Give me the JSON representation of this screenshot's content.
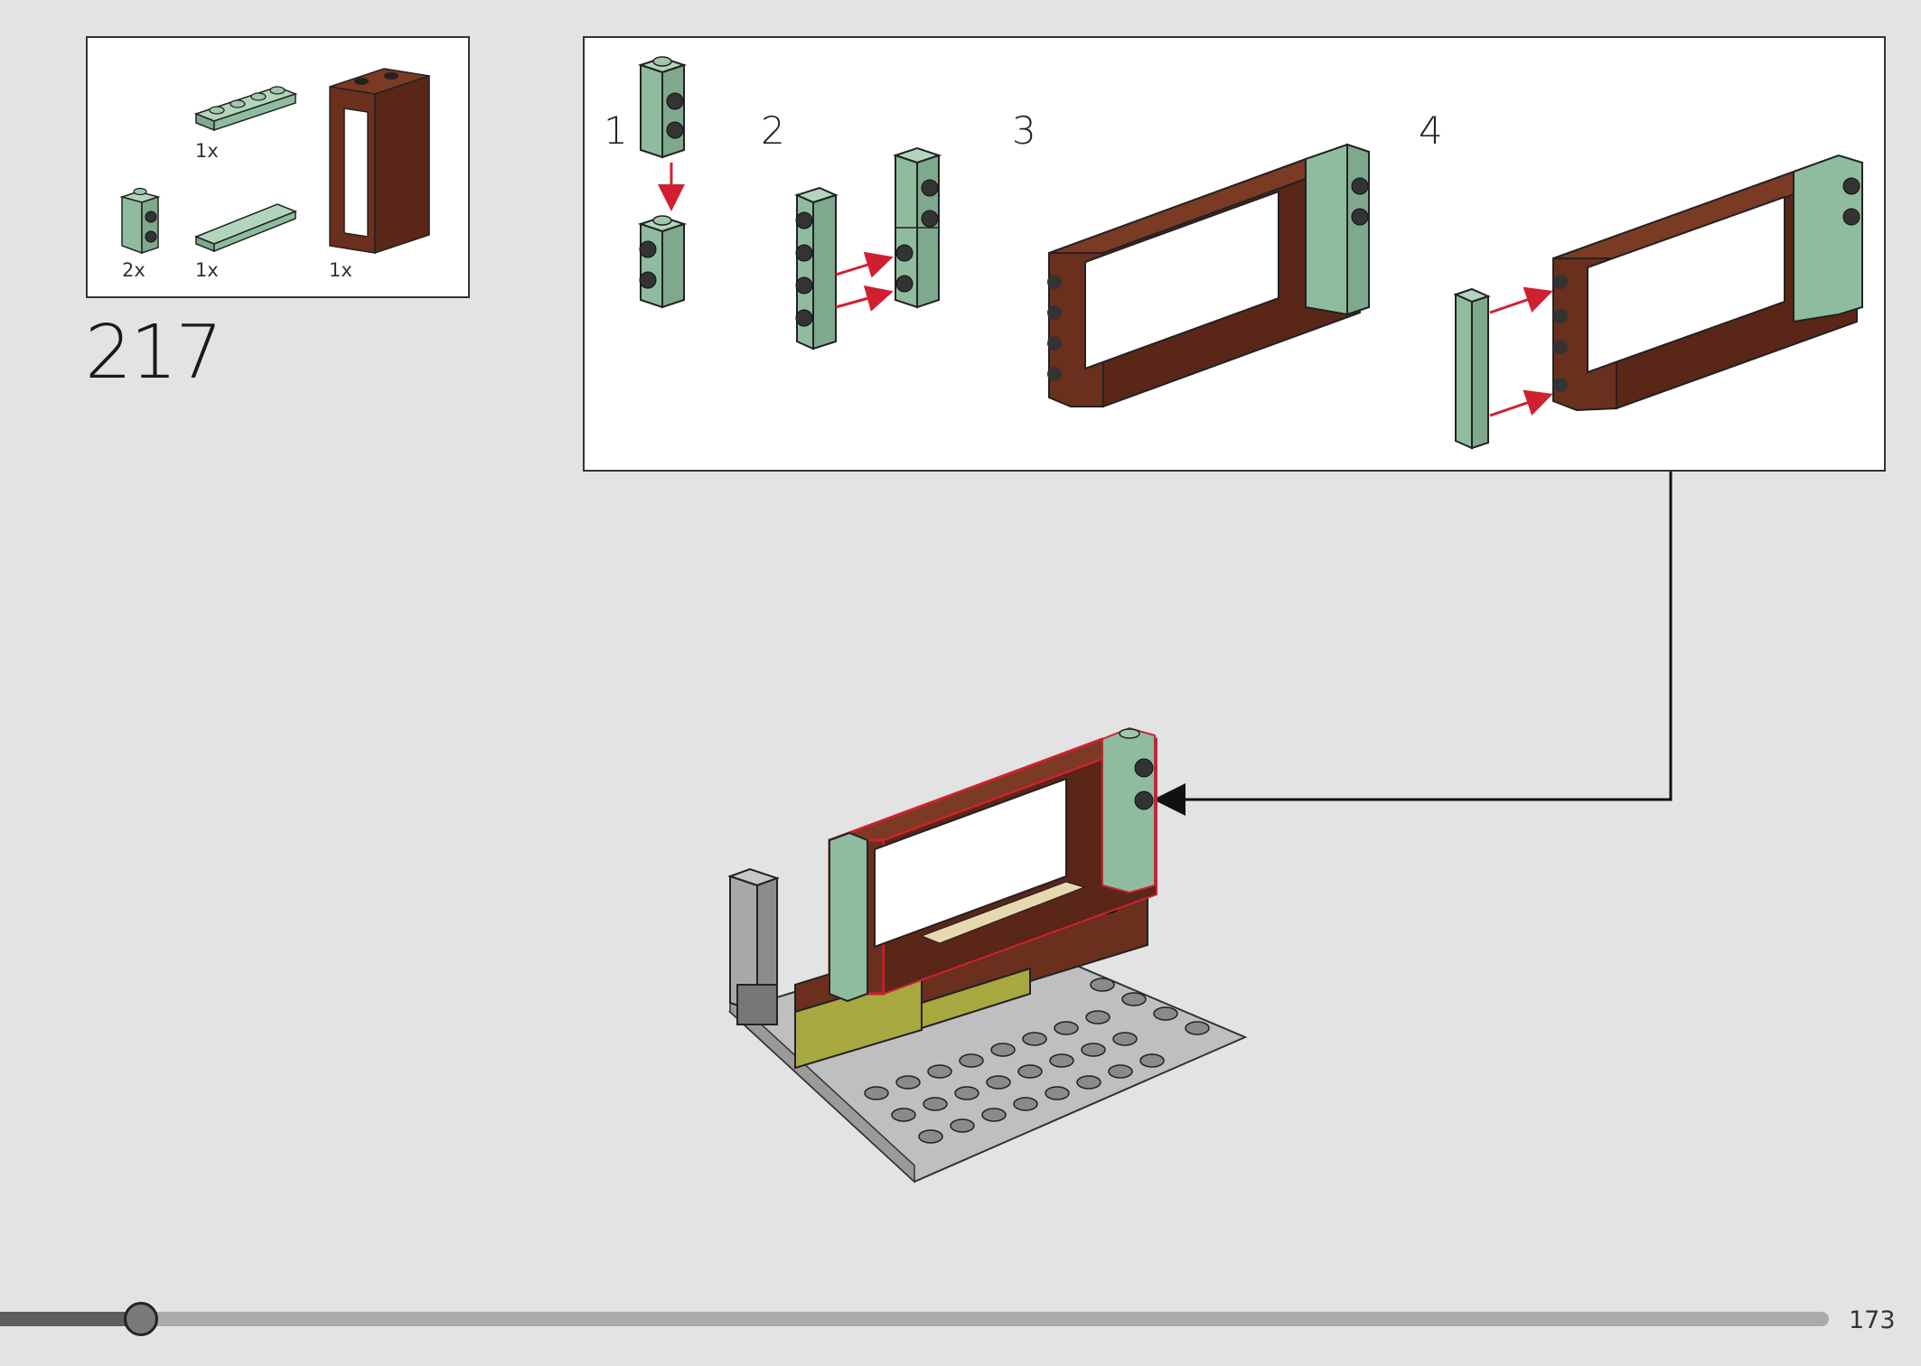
{
  "step": {
    "number": "217"
  },
  "parts": [
    {
      "qty": "1x",
      "name": "sand-green-plate-1x4"
    },
    {
      "qty": "2x",
      "name": "sand-green-brick-1x1-side-studs"
    },
    {
      "qty": "1x",
      "name": "sand-green-tile-1x4"
    },
    {
      "qty": "1x",
      "name": "reddish-brown-door-frame"
    }
  ],
  "substeps": [
    "1",
    "2",
    "3",
    "4"
  ],
  "progress": {
    "fraction": 0.077,
    "page": "173"
  },
  "colors": {
    "sand_green": "#8fbc9f",
    "reddish_brown": "#6b2f1e",
    "arrow_red": "#d02030",
    "light_gray": "#a8a8a8",
    "background": "#e3e3e3"
  }
}
